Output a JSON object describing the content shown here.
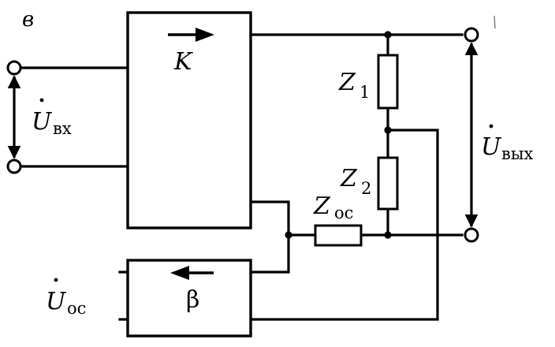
{
  "figure": {
    "panel_letter": "в",
    "amplifier_label": "K",
    "feedback_label": "β",
    "input_voltage": {
      "symbol": "U",
      "subscript": "вх"
    },
    "output_voltage": {
      "symbol": "U",
      "subscript": "вых"
    },
    "feedback_voltage": {
      "symbol": "U",
      "subscript": "ос"
    },
    "resistors": [
      {
        "symbol": "Z",
        "subscript": "1"
      },
      {
        "symbol": "Z",
        "subscript": "2"
      },
      {
        "symbol": "Z",
        "subscript": "ос"
      }
    ]
  }
}
